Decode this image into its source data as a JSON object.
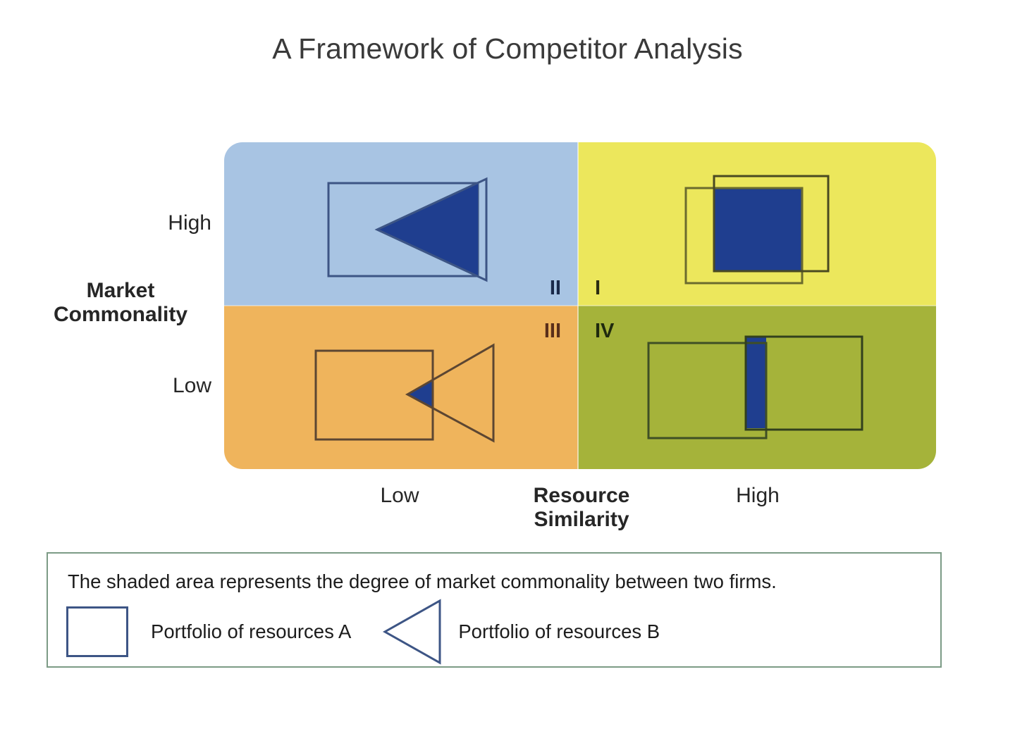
{
  "title": "A Framework of Competitor Analysis",
  "axes": {
    "y": {
      "title": "Market\nCommonality",
      "title_line1": "Market",
      "title_line2": "Commonality",
      "high_label": "High",
      "low_label": "Low"
    },
    "x": {
      "title_line1": "Resource",
      "title_line2": "Similarity",
      "low_label": "Low",
      "high_label": "High"
    }
  },
  "quadrants": [
    {
      "id": "II",
      "label": "II",
      "position": "top-left",
      "fill": "#a8c4e3",
      "market_commonality": "High",
      "resource_similarity": "Low",
      "overlap": "medium-large",
      "shapes": [
        "rectangle",
        "triangle"
      ],
      "overlap_fill": "#1f3e8f"
    },
    {
      "id": "I",
      "label": "I",
      "position": "top-right",
      "fill": "#ece75c",
      "market_commonality": "High",
      "resource_similarity": "High",
      "overlap": "large",
      "shapes": [
        "rectangle",
        "rectangle"
      ],
      "overlap_fill": "#1f3e8f"
    },
    {
      "id": "III",
      "label": "III",
      "position": "bottom-left",
      "fill": "#efb45c",
      "market_commonality": "Low",
      "resource_similarity": "Low",
      "overlap": "small",
      "shapes": [
        "rectangle",
        "triangle"
      ],
      "overlap_fill": "#1f3e8f"
    },
    {
      "id": "IV",
      "label": "IV",
      "position": "bottom-right",
      "fill": "#a5b33a",
      "market_commonality": "Low",
      "resource_similarity": "High",
      "overlap": "narrow-strip",
      "shapes": [
        "rectangle",
        "rectangle"
      ],
      "overlap_fill": "#1f3e8f"
    }
  ],
  "legend": {
    "note": "The shaded area represents the degree of market commonality between two firms.",
    "item_a": "Portfolio of resources A",
    "item_b": "Portfolio of resources B"
  },
  "colors": {
    "quadrant_i": "#ece75c",
    "quadrant_ii": "#a8c4e3",
    "quadrant_iii": "#efb45c",
    "quadrant_iv": "#a5b33a",
    "overlap_blue": "#1f3e8f",
    "legend_border": "#7c9b86",
    "text": "#262626"
  }
}
